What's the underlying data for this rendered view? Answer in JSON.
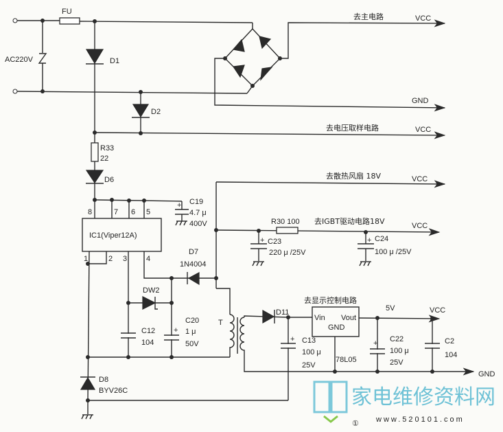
{
  "input": {
    "fuse": "FU",
    "source": "AC220V"
  },
  "diodes": {
    "d1": "D1",
    "d2": "D2",
    "d6": "D6",
    "d7": "D7",
    "d7_part": "1N4004",
    "dw2": "DW2",
    "d8": "D8",
    "d8_part": "BYV26C",
    "d11": "D11"
  },
  "resistors": {
    "r33": "R33",
    "r33_val": "22",
    "r30": "R30 100"
  },
  "caps": {
    "c19": "C19",
    "c19_val1": "4.7 μ",
    "c19_val2": "400V",
    "c23": "C23",
    "c23_val": "220 μ /25V",
    "c24": "C24",
    "c24_val": "100 μ /25V",
    "c12": "C12",
    "c12_val": "104",
    "c20": "C20",
    "c20_val1": "1 μ",
    "c20_val2": "50V",
    "c13": "C13",
    "c13_val1": "100 μ",
    "c13_val2": "25V",
    "c22": "C22",
    "c22_val1": "100 μ",
    "c22_val2": "25V",
    "c2": "C2",
    "c2_val": "104"
  },
  "ic": {
    "label": "IC1(Viper12A)",
    "pins": [
      "8",
      "7",
      "6",
      "5",
      "1",
      "2",
      "3",
      "4"
    ]
  },
  "transformer": "T",
  "regulator": {
    "vin": "Vin",
    "gnd": "GND",
    "vout": "Vout",
    "part": "78L05"
  },
  "outputs": {
    "main": "去主电路",
    "vcc": "VCC",
    "gnd": "GND",
    "sampling": "去电压取样电路",
    "fan": "去散热风扇  18V",
    "igbt": "去IGBT驱动电路18V",
    "display": "去显示控制电路",
    "v5": "5V"
  },
  "figure_number": "①",
  "watermark": {
    "site_cn": "家电维修资料网",
    "site_url": "www.520101.com"
  }
}
